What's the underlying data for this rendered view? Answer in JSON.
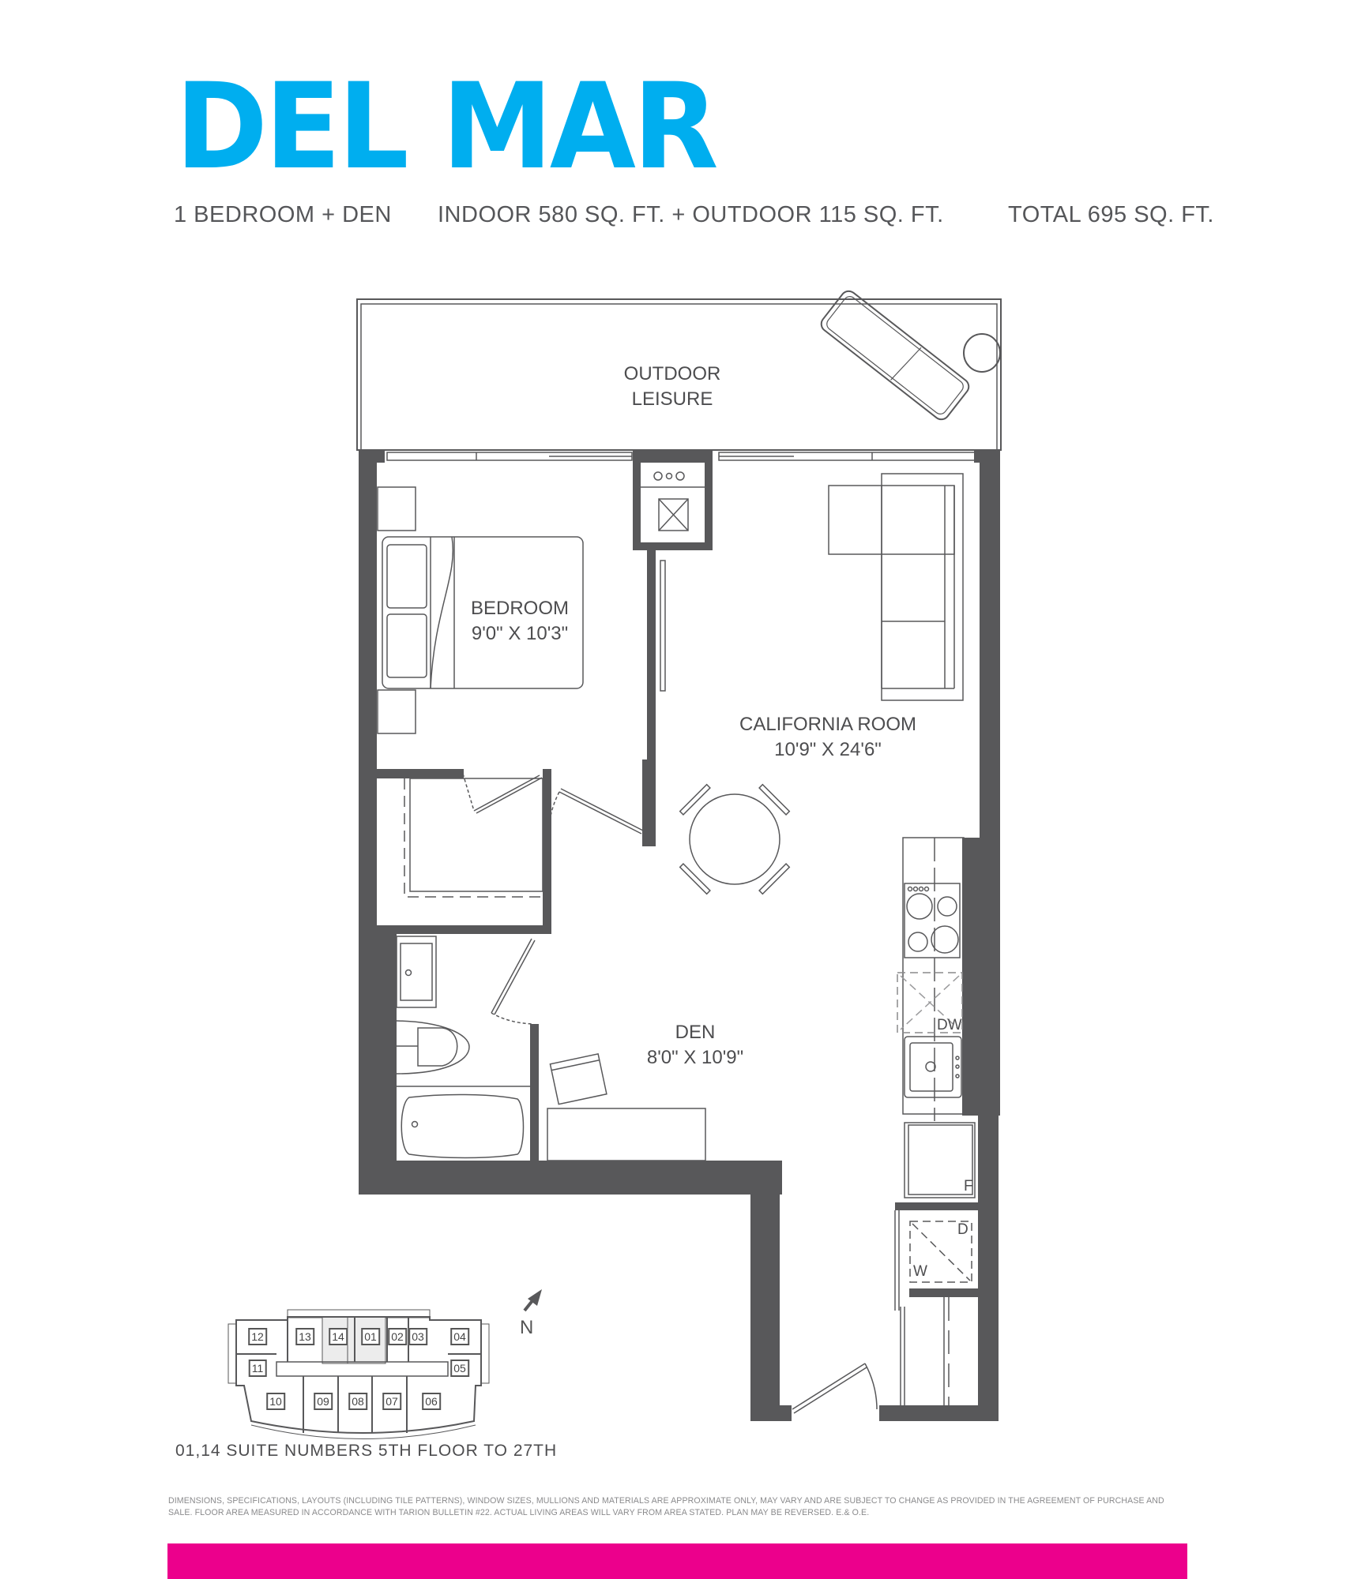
{
  "header": {
    "title": "DEL MAR",
    "title_color": "#00AEEF",
    "unit_type": "1 BEDROOM + DEN",
    "area_breakdown": "INDOOR 580 SQ. FT. + OUTDOOR 115 SQ. FT.",
    "total_area": "TOTAL 695 SQ. FT."
  },
  "floorplan": {
    "wall_color": "#58585A",
    "rooms": [
      {
        "name": "OUTDOOR",
        "name2": "LEISURE"
      },
      {
        "name": "BEDROOM",
        "dimensions": "9'0\" X 10'3\""
      },
      {
        "name": "CALIFORNIA ROOM",
        "dimensions": "10'9\" X 24'6\""
      },
      {
        "name": "DEN",
        "dimensions": "8'0\" X 10'9\""
      }
    ],
    "appliance_labels": {
      "dishwasher": "DW",
      "fridge": "F",
      "dryer": "D",
      "washer": "W"
    }
  },
  "key_plan": {
    "units": [
      "12",
      "13",
      "14",
      "01",
      "02",
      "03",
      "04",
      "11",
      "05",
      "10",
      "09",
      "08",
      "07",
      "06"
    ],
    "highlighted": [
      "14",
      "01"
    ],
    "north_label": "N",
    "caption": "01,14 SUITE NUMBERS 5TH FLOOR TO 27TH"
  },
  "footer": {
    "disclaimer": "DIMENSIONS, SPECIFICATIONS, LAYOUTS (INCLUDING TILE PATTERNS), WINDOW SIZES, MULLIONS AND MATERIALS ARE APPROXIMATE ONLY, MAY VARY AND ARE SUBJECT TO CHANGE AS PROVIDED IN THE AGREEMENT OF PURCHASE AND SALE. FLOOR AREA MEASURED IN ACCORDANCE WITH TARION BULLETIN #22.  ACTUAL LIVING AREAS WILL VARY FROM AREA STATED. PLAN MAY BE REVERSED. E.& O.E.",
    "bar_color": "#EC008C"
  }
}
